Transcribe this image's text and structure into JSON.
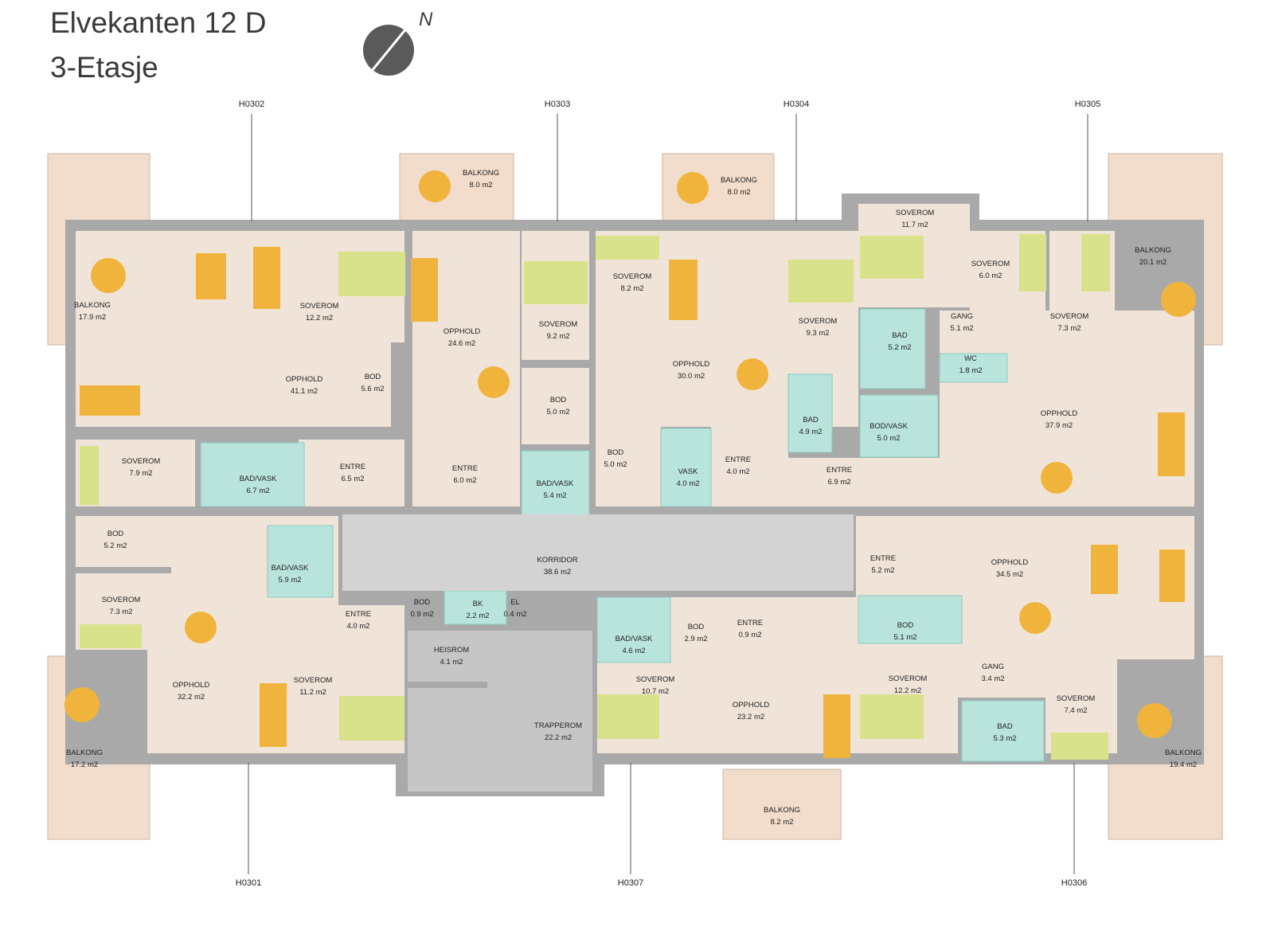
{
  "title": {
    "line1": "Elvekanten 12 D",
    "line2": "3-Etasje"
  },
  "north_label": "N",
  "colors": {
    "wall": "#a9a9a9",
    "room": "#f0e4d8",
    "wet": "#b9e4dc",
    "corridor": "#d3d3d3",
    "balcony": "#f2dccb",
    "sofa": "#f0b43c",
    "bed": "#d8e28a",
    "rug": "#e6d2b8"
  },
  "units": [
    {
      "id": "u1",
      "label": "H0302"
    },
    {
      "id": "u2",
      "label": "H0303"
    },
    {
      "id": "u3",
      "label": "H0304"
    },
    {
      "id": "u4",
      "label": "H0305"
    },
    {
      "id": "u5",
      "label": "H0301"
    },
    {
      "id": "u6",
      "label": "H0307"
    },
    {
      "id": "u7",
      "label": "H0306"
    }
  ],
  "rooms": [
    {
      "name": "BALKONG",
      "area": "17.9 m2"
    },
    {
      "name": "OPPHOLD",
      "area": "41.1 m2"
    },
    {
      "name": "SOVEROM",
      "area": "12.2 m2"
    },
    {
      "name": "BOD",
      "area": "5.6 m2"
    },
    {
      "name": "SOVEROM",
      "area": "7.9 m2"
    },
    {
      "name": "BAD/VASK",
      "area": "6.7 m2"
    },
    {
      "name": "ENTRE",
      "area": "6.5 m2"
    },
    {
      "name": "BALKONG",
      "area": "8.0 m2"
    },
    {
      "name": "OPPHOLD",
      "area": "24.6 m2"
    },
    {
      "name": "SOVEROM",
      "area": "9.2 m2"
    },
    {
      "name": "BOD",
      "area": "5.0 m2"
    },
    {
      "name": "ENTRE",
      "area": "6.0 m2"
    },
    {
      "name": "BAD/VASK",
      "area": "5.4 m2"
    },
    {
      "name": "BALKONG",
      "area": "8.0 m2"
    },
    {
      "name": "SOVEROM",
      "area": "8.2 m2"
    },
    {
      "name": "OPPHOLD",
      "area": "30.0 m2"
    },
    {
      "name": "SOVEROM",
      "area": "9.3 m2"
    },
    {
      "name": "BOD",
      "area": "5.0 m2"
    },
    {
      "name": "VASK",
      "area": "4.0 m2"
    },
    {
      "name": "ENTRE",
      "area": "4.0 m2"
    },
    {
      "name": "BAD",
      "area": "4.9 m2"
    },
    {
      "name": "SOVEROM",
      "area": "11.7 m2"
    },
    {
      "name": "SOVEROM",
      "area": "6.0 m2"
    },
    {
      "name": "BAD",
      "area": "5.2 m2"
    },
    {
      "name": "GANG",
      "area": "5.1 m2"
    },
    {
      "name": "SOVEROM",
      "area": "7.3 m2"
    },
    {
      "name": "WC",
      "area": "1.8 m2"
    },
    {
      "name": "BOD/VASK",
      "area": "5.0 m2"
    },
    {
      "name": "BALKONG",
      "area": "20.1 m2"
    },
    {
      "name": "OPPHOLD",
      "area": "37.9 m2"
    },
    {
      "name": "ENTRE",
      "area": "6.9 m2"
    },
    {
      "name": "BOD",
      "area": "5.2 m2"
    },
    {
      "name": "SOVEROM",
      "area": "7.3 m2"
    },
    {
      "name": "BAD/VASK",
      "area": "5.9 m2"
    },
    {
      "name": "KORRIDOR",
      "area": "38.6 m2"
    },
    {
      "name": "BOD",
      "area": "0.9 m2"
    },
    {
      "name": "BK",
      "area": "2.2 m2"
    },
    {
      "name": "EL",
      "area": "0.4 m2"
    },
    {
      "name": "ENTRE",
      "area": "4.0 m2"
    },
    {
      "name": "HEISROM",
      "area": "4.1 m2"
    },
    {
      "name": "TRAPPEROM",
      "area": "22.2 m2"
    },
    {
      "name": "OPPHOLD",
      "area": "32.2 m2"
    },
    {
      "name": "SOVEROM",
      "area": "11.2 m2"
    },
    {
      "name": "BALKONG",
      "area": "17.2 m2"
    },
    {
      "name": "BAD/VASK",
      "area": "4.6 m2"
    },
    {
      "name": "BOD",
      "area": "2.9 m2"
    },
    {
      "name": "ENTRE",
      "area": "0.9 m2"
    },
    {
      "name": "SOVEROM",
      "area": "10.7 m2"
    },
    {
      "name": "OPPHOLD",
      "area": "23.2 m2"
    },
    {
      "name": "BALKONG",
      "area": "8.2 m2"
    },
    {
      "name": "ENTRE",
      "area": "5.2 m2"
    },
    {
      "name": "OPPHOLD",
      "area": "34.5 m2"
    },
    {
      "name": "BOD",
      "area": "5.1 m2"
    },
    {
      "name": "SOVEROM",
      "area": "12.2 m2"
    },
    {
      "name": "GANG",
      "area": "3.4 m2"
    },
    {
      "name": "BAD",
      "area": "5.3 m2"
    },
    {
      "name": "SOVEROM",
      "area": "7.4 m2"
    },
    {
      "name": "BALKONG",
      "area": "19.4 m2"
    }
  ]
}
